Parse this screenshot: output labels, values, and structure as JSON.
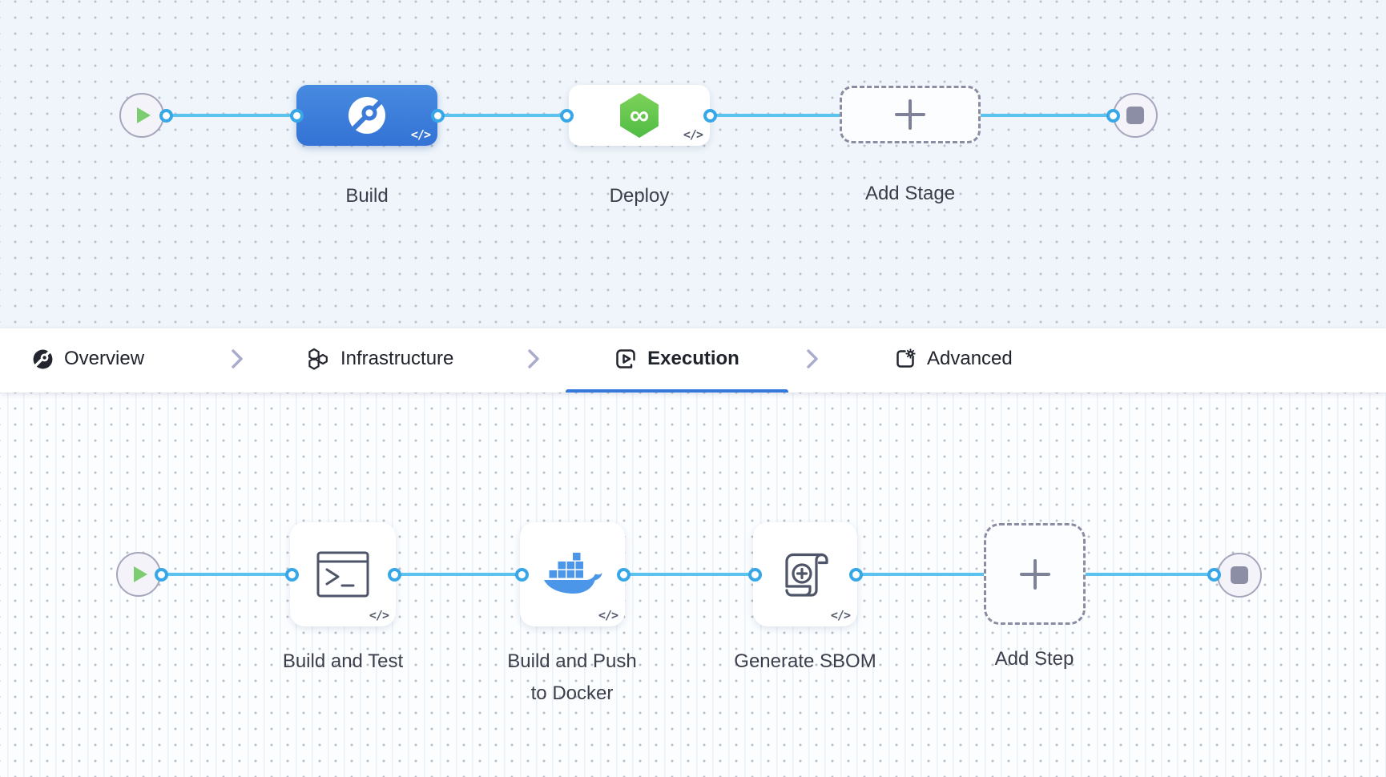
{
  "stage_pipeline": {
    "stages": [
      {
        "id": "build",
        "label": "Build",
        "type": "ci",
        "selected": true
      },
      {
        "id": "deploy",
        "label": "Deploy",
        "type": "cd",
        "selected": false
      }
    ],
    "add_stage_label": "Add Stage"
  },
  "config_tabs": {
    "items": [
      {
        "label": "Overview",
        "active": false
      },
      {
        "label": "Infrastructure",
        "active": false
      },
      {
        "label": "Execution",
        "active": true
      },
      {
        "label": "Advanced",
        "active": false
      }
    ]
  },
  "execution_steps": {
    "steps": [
      {
        "id": "build-and-test",
        "label": "Build and Test"
      },
      {
        "id": "build-and-push-to-docker",
        "label": "Build and Push to Docker",
        "label_lines": [
          "Build and Push",
          "to Docker"
        ]
      },
      {
        "id": "generate-sbom",
        "label": "Generate SBOM"
      }
    ],
    "add_step_label": "Add Step"
  },
  "icons": {
    "code_badge": "</>",
    "infinity": "∞"
  },
  "colors": {
    "accent_blue": "#3578DB",
    "ci_stage_blue": "#3B7CD9",
    "cd_green": "#64C94A",
    "docker_blue": "#4B96E8",
    "connector_line": "#5BC3EE",
    "connector_dot_ring": "#38A7E7",
    "play_green": "#7CCD72",
    "stop_gray": "#8C8EA5"
  }
}
